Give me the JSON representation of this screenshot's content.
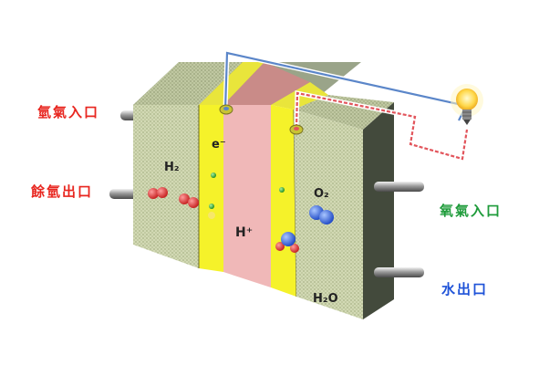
{
  "labels": {
    "hydrogen_in": "氫氣入口",
    "hydrogen_out": "餘氫出口",
    "oxygen_in": "氧氣入口",
    "water_out": "水出口"
  },
  "inner": {
    "electron": "e⁻",
    "h2": "H₂",
    "proton": "H⁺",
    "o2": "O₂",
    "h2o": "H₂O"
  },
  "colors": {
    "hydrogen_label": "#e8261f",
    "oxygen_label": "#1e9b3a",
    "water_label": "#1f53d8",
    "electrode_face": "#cfd6b2",
    "electrode_side": "#434a3c",
    "catalyst": "#f5f22a",
    "membrane": "#f0b8b8",
    "wire_blue": "#5b86c9",
    "wire_red": "#e2555c"
  },
  "icons": [
    "light-bulb-icon",
    "hydrogen-molecule-icon",
    "oxygen-molecule-icon",
    "water-molecule-icon"
  ]
}
